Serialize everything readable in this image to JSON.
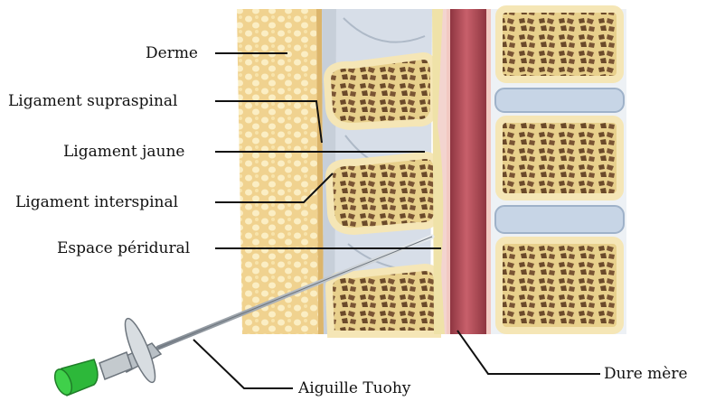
{
  "labels": {
    "derme": "Derme",
    "supraspinal": "Ligament supraspinal",
    "jaune": "Ligament jaune",
    "interspinal": "Ligament interspinal",
    "peridural": "Espace péridural",
    "needle": "Aiguille Tuohy",
    "dura": "Dure mère"
  },
  "colors": {
    "skin": "#f1d596",
    "skin_dot": "#fbeec4",
    "bone": "#f3e3b0",
    "bone_edge": "#c9a961",
    "bone_pore": "#6b4a2a",
    "disc": "#c9d6e6",
    "ligament": "#d6dde6",
    "dura": "#b4505c",
    "dura_dark": "#8e3540",
    "needle": "#9aa3ab",
    "hub_green": "#2db83a"
  }
}
